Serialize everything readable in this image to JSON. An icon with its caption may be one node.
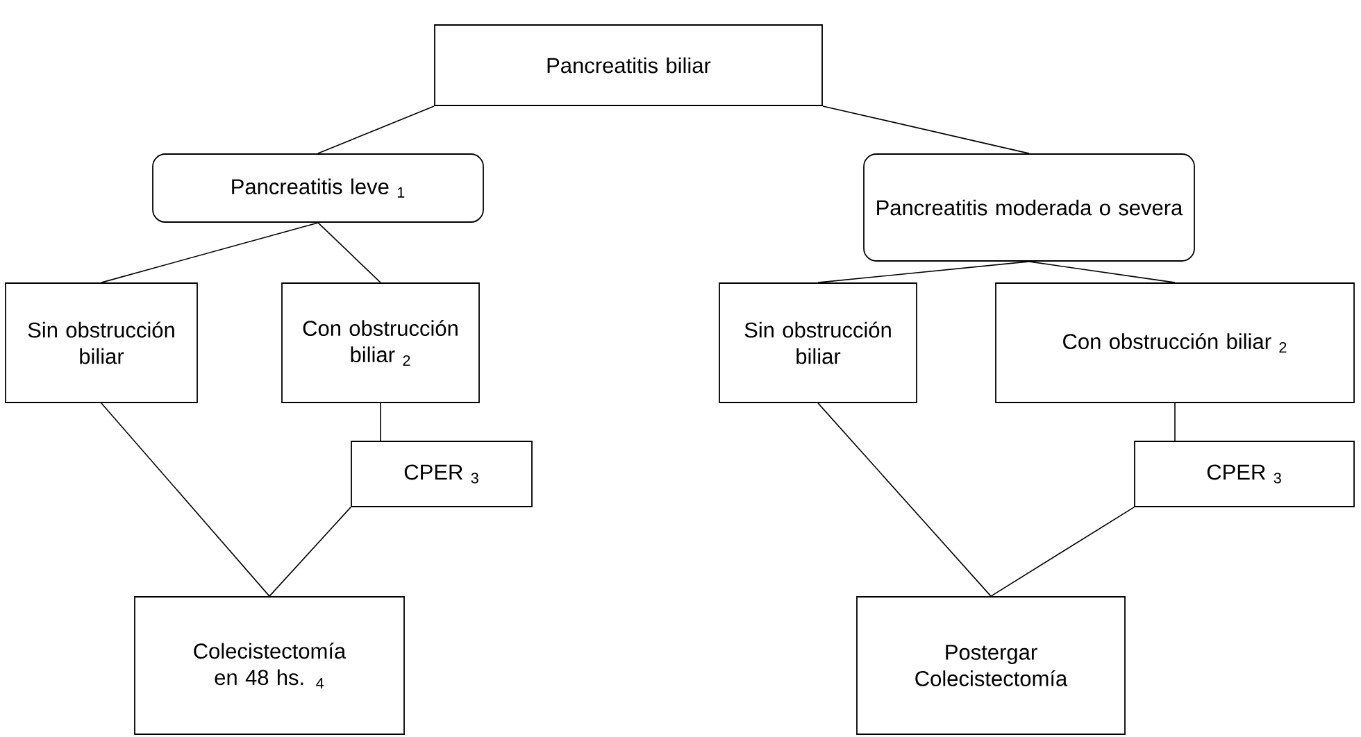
{
  "diagram": {
    "nodes": [
      {
        "text": [
          "Pancreatitis biliar"
        ]
      },
      {
        "text": [
          "Pancreatitis leve $_{1}$"
        ]
      },
      {
        "text": [
          "Pancreatitis moderada o severa"
        ]
      },
      {
        "text": [
          "Sin obstrucción biliar"
        ]
      },
      {
        "text": [
          "Con obstrucción biliar $_{2}$"
        ]
      },
      {
        "text": [
          "Sin obstrucción biliar"
        ]
      },
      {
        "text": [
          "Con obstrucción biliar $_{2}$"
        ]
      },
      {
        "text": [
          "CPER $_{3}$"
        ]
      },
      {
        "text": [
          "CPER $_{3}$"
        ]
      },
      {
        "text": [
          "Colecistectomía en 48 hs. $_{4}$"
        ]
      },
      {
        "text": [
          "Postergar Colecistectomía"
        ]
      }
    ],
    "edges": [
      {
        "from": 0,
        "to": 1,
        "arrow": "none"
      },
      {
        "from": 0,
        "to": 2,
        "arrow": "none"
      },
      {
        "from": 1,
        "to": 3,
        "arrow": "none"
      },
      {
        "from": 1,
        "to": 4,
        "arrow": "none"
      },
      {
        "from": 2,
        "to": 5,
        "arrow": "none"
      },
      {
        "from": 2,
        "to": 6,
        "arrow": "none"
      },
      {
        "from": 4,
        "to": 7,
        "arrow": "none"
      },
      {
        "from": 3,
        "to": 9,
        "arrow": "none"
      },
      {
        "from": 7,
        "to": 9,
        "arrow": "none"
      },
      {
        "from": 6,
        "to": 8,
        "arrow": "none"
      },
      {
        "from": 5,
        "to": 10,
        "arrow": "none"
      },
      {
        "from": 8,
        "to": 10,
        "arrow": "none"
      }
    ]
  }
}
